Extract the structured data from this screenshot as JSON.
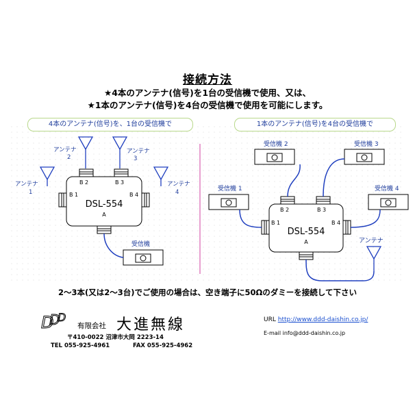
{
  "header": {
    "title": "接続方法",
    "line1": "★4本のアンテナ(信号)を1台の受信機で使用、又は、",
    "line2": "★1本のアンテナ(信号)を4台の受信機で使用を可能にします。"
  },
  "left_diagram": {
    "caption": "4本のアンテナ(信号)を、1台の受信機で",
    "device_name": "DSL-554",
    "device_sub": "A",
    "ports": {
      "b1": "B 1",
      "b2": "B 2",
      "b3": "B 3",
      "b4": "B 4"
    },
    "antennas": [
      {
        "label": "アンテナ",
        "num": "1"
      },
      {
        "label": "アンテナ",
        "num": "2"
      },
      {
        "label": "アンテナ",
        "num": "3"
      },
      {
        "label": "アンテナ",
        "num": "4"
      }
    ],
    "receiver_label": "受信機"
  },
  "right_diagram": {
    "caption": "1本のアンテナ(信号)を4台の受信機で",
    "device_name": "DSL-554",
    "device_sub": "A",
    "ports": {
      "b1": "B 1",
      "b2": "B 2",
      "b3": "B 3",
      "b4": "B 4"
    },
    "receivers": [
      "受信機 1",
      "受信機 2",
      "受信機 3",
      "受信機 4"
    ],
    "antenna_label": "アンテナ"
  },
  "note": "2～3本(又は2～3台)でご使用の場合は、空き端子に50Ωのダミーを接続して下さい",
  "company": {
    "type": "有限会社",
    "name": "大進無線",
    "address": "〒410-0022 沼津市大岡 2223-14",
    "tel": "TEL 055-925-4961",
    "fax": "FAX 055-925-4962",
    "url_label": "URL",
    "url": "http://www.ddd-daishin.co.jp/",
    "email": "E-mail info@ddd-daishin.co.jp"
  },
  "colors": {
    "wire": "#1f3fbf",
    "pill_border": "#b8d88a",
    "caption_text": "#1f3d9c",
    "divider": "#d040a0"
  }
}
